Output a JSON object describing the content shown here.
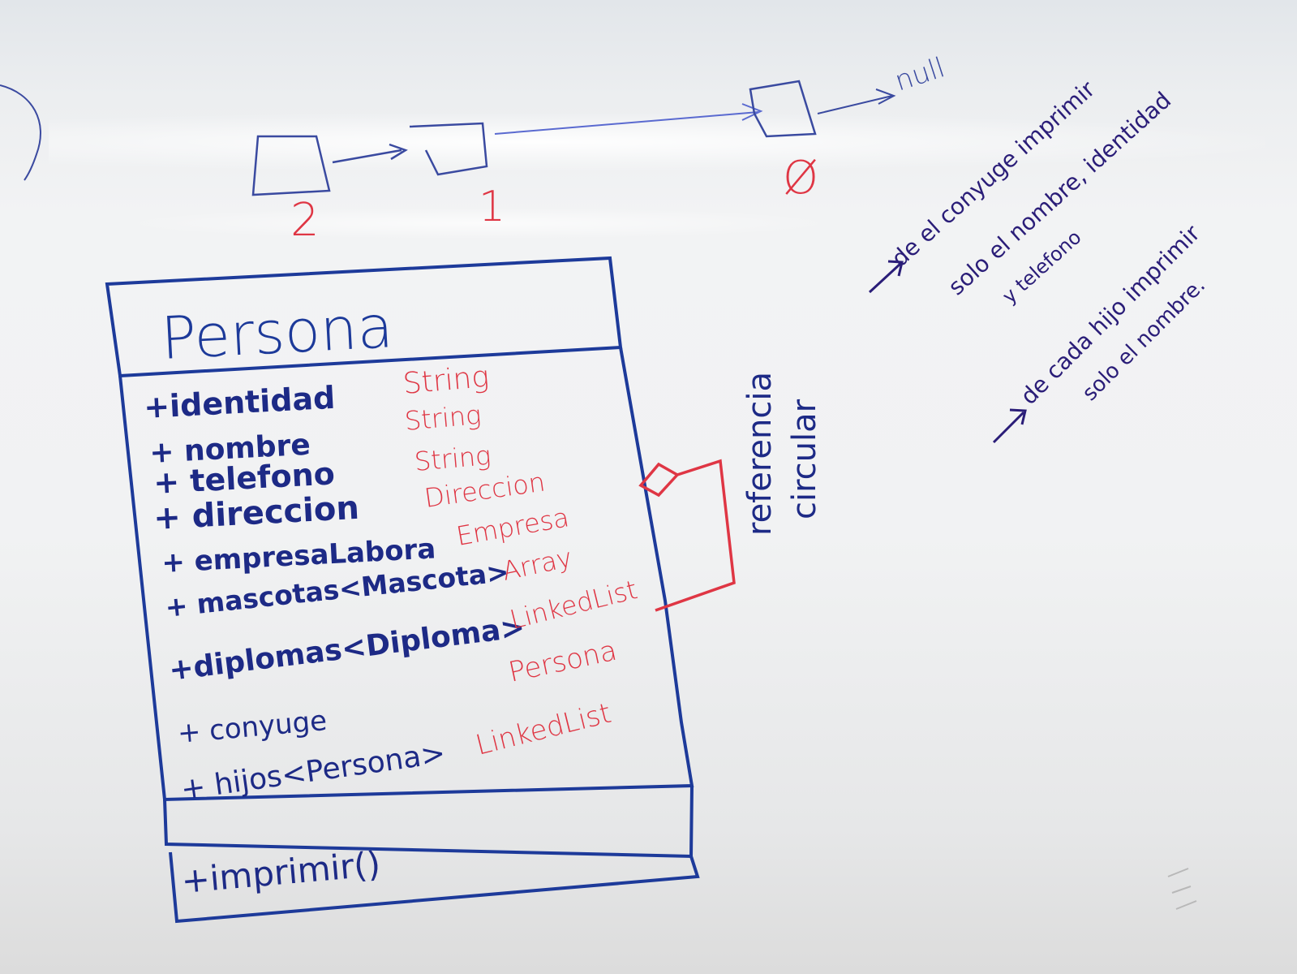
{
  "linked_list": {
    "node_labels": [
      "2",
      "1",
      "Ø"
    ],
    "null_label": "null"
  },
  "class_box": {
    "name": "Persona",
    "attributes": [
      {
        "name": "+identidad",
        "type": "String"
      },
      {
        "name": "+ nombre",
        "type": "String"
      },
      {
        "name": "+ telefono",
        "type": "String"
      },
      {
        "name": "+ direccion",
        "type": "Direccion"
      },
      {
        "name": "+ empresaLabora",
        "type": "Empresa"
      },
      {
        "name": "+ mascotas<Mascota>",
        "type": "Array"
      },
      {
        "name": "+diplomas<Diploma>",
        "type": "LinkedList"
      },
      {
        "name": "+ conyuge",
        "type": "Persona"
      },
      {
        "name": "+ hijos<Persona>",
        "type": "LinkedList"
      }
    ],
    "methods": [
      "+imprimir()"
    ]
  },
  "circular_note": [
    "referencia",
    "circular"
  ],
  "notes": [
    [
      "de el conyuge imprimir",
      "solo el nombre, identidad",
      "y telefono"
    ],
    [
      "de cada hijo imprimir",
      "solo el nombre."
    ]
  ],
  "colors": {
    "blue_marker": "#1d2a86",
    "red_marker": "#df3644",
    "purple_marker": "#2a1d78"
  }
}
